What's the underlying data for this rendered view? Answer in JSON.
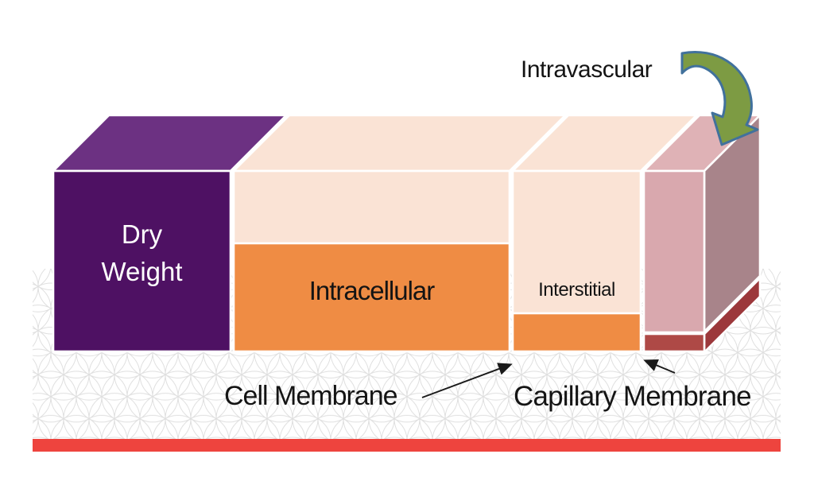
{
  "diagram": {
    "compartments": [
      {
        "id": "dry-weight",
        "label_line1": "Dry",
        "label_line2": "Weight"
      },
      {
        "id": "intracellular",
        "label": "Intracellular"
      },
      {
        "id": "interstitial",
        "label": "Interstitial"
      },
      {
        "id": "intravascular",
        "label": "Intravascular"
      }
    ],
    "membranes": {
      "cell": "Cell Membrane",
      "capillary": "Capillary Membrane"
    }
  },
  "colors": {
    "purple_front": "#4E1163",
    "purple_top": "#6C3182",
    "peach": "#FAE3D5",
    "orange": "#EF8C44",
    "pink_front": "#D9A8AE",
    "pink_top": "#DFB2B6",
    "mauve_side": "#A8848A",
    "membrane_red_front": "#AE4946",
    "membrane_red_side": "#9C383B",
    "footer_bar_red": "#EE443E",
    "pattern_gray": "#DFDFDF",
    "arrow_green_fill": "#7D9B43",
    "arrow_green_stroke": "#41719C",
    "black_arrow": "#1A1A1A"
  }
}
